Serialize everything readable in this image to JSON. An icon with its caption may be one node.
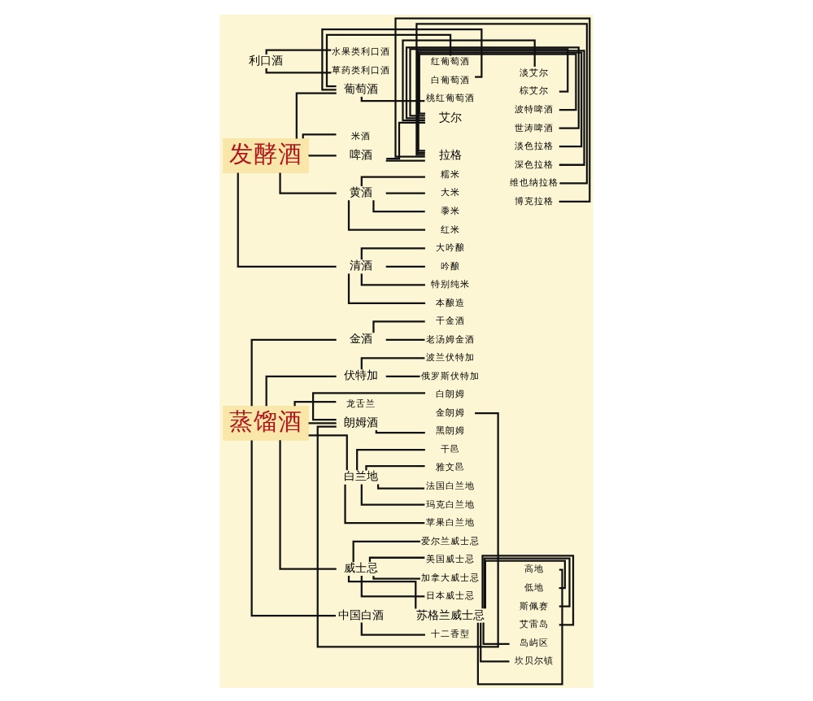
{
  "diagram": {
    "nodes": [
      {
        "text": [
          "蒸馏酒"
        ]
      },
      {
        "text": [
          "金酒"
        ]
      },
      {
        "text": [
          "干金酒"
        ]
      },
      {
        "text": [
          "老汤姆金酒"
        ]
      },
      {
        "text": [
          "伏特加"
        ]
      },
      {
        "text": [
          "波兰伏特加"
        ]
      },
      {
        "text": [
          "俄罗斯伏特加"
        ]
      },
      {
        "text": [
          "龙舌兰"
        ]
      },
      {
        "text": [
          "朗姆酒"
        ]
      },
      {
        "text": [
          "白朗姆"
        ]
      },
      {
        "text": [
          "金朗姆"
        ]
      },
      {
        "text": [
          "黑朗姆"
        ]
      },
      {
        "text": [
          "白兰地"
        ]
      },
      {
        "text": [
          "干邑"
        ]
      },
      {
        "text": [
          "雅文邑"
        ]
      },
      {
        "text": [
          "法国白兰地"
        ]
      },
      {
        "text": [
          "玛克白兰地"
        ]
      },
      {
        "text": [
          "苹果白兰地"
        ]
      },
      {
        "text": [
          "威士忌"
        ]
      },
      {
        "text": [
          "爱尔兰威士忌"
        ]
      },
      {
        "text": [
          "美国威士忌"
        ]
      },
      {
        "text": [
          "加拿大威士忌"
        ]
      },
      {
        "text": [
          "日本威士忌"
        ]
      },
      {
        "text": [
          "苏格兰威士忌"
        ]
      },
      {
        "text": [
          "高地"
        ]
      },
      {
        "text": [
          "低地"
        ]
      },
      {
        "text": [
          "斯佩赛"
        ]
      },
      {
        "text": [
          "艾雷岛"
        ]
      },
      {
        "text": [
          "岛屿区"
        ]
      },
      {
        "text": [
          "坎贝尔镇"
        ]
      },
      {
        "text": [
          "中国白酒"
        ]
      },
      {
        "text": [
          "十二香型"
        ]
      },
      {
        "text": [
          "发酵酒"
        ]
      },
      {
        "text": [
          "葡萄酒"
        ]
      },
      {
        "text": [
          "红葡萄酒"
        ]
      },
      {
        "text": [
          "白葡萄酒"
        ]
      },
      {
        "text": [
          "桃红葡萄酒"
        ]
      },
      {
        "text": [
          "米酒"
        ]
      },
      {
        "text": [
          "啤酒"
        ]
      },
      {
        "text": [
          "艾尔"
        ]
      },
      {
        "text": [
          "淡艾尔"
        ]
      },
      {
        "text": [
          "棕艾尔"
        ]
      },
      {
        "text": [
          "波特啤酒"
        ]
      },
      {
        "text": [
          "世涛啤酒"
        ]
      },
      {
        "text": [
          "拉格"
        ]
      },
      {
        "text": [
          "淡色拉格"
        ]
      },
      {
        "text": [
          "深色拉格"
        ]
      },
      {
        "text": [
          "维也纳拉格"
        ]
      },
      {
        "text": [
          "博克拉格"
        ]
      },
      {
        "text": [
          "黄酒"
        ]
      },
      {
        "text": [
          "糯米"
        ]
      },
      {
        "text": [
          "大米"
        ]
      },
      {
        "text": [
          "黍米"
        ]
      },
      {
        "text": [
          "红米"
        ]
      },
      {
        "text": [
          "清酒"
        ]
      },
      {
        "text": [
          "大吟酿"
        ]
      },
      {
        "text": [
          "吟酿"
        ]
      },
      {
        "text": [
          "特别纯米"
        ]
      },
      {
        "text": [
          "本酿造"
        ]
      },
      {
        "text": [
          "利口酒"
        ]
      },
      {
        "text": [
          "水果类利口酒"
        ]
      },
      {
        "text": [
          "草药类利口酒"
        ]
      }
    ],
    "edges": [
      {
        "from": 0,
        "to": 1,
        "arrow": "none"
      },
      {
        "from": 0,
        "to": 4,
        "arrow": "none"
      },
      {
        "from": 0,
        "to": 7,
        "arrow": "none"
      },
      {
        "from": 0,
        "to": 8,
        "arrow": "none"
      },
      {
        "from": 0,
        "to": 12,
        "arrow": "none"
      },
      {
        "from": 0,
        "to": 18,
        "arrow": "none"
      },
      {
        "from": 0,
        "to": 30,
        "arrow": "none"
      },
      {
        "from": 1,
        "to": 2,
        "arrow": "none"
      },
      {
        "from": 1,
        "to": 3,
        "arrow": "none"
      },
      {
        "from": 4,
        "to": 5,
        "arrow": "none"
      },
      {
        "from": 4,
        "to": 6,
        "arrow": "none"
      },
      {
        "from": 8,
        "to": 9,
        "arrow": "none"
      },
      {
        "from": 8,
        "to": 10,
        "arrow": "none"
      },
      {
        "from": 8,
        "to": 11,
        "arrow": "none"
      },
      {
        "from": 12,
        "to": 13,
        "arrow": "none"
      },
      {
        "from": 12,
        "to": 14,
        "arrow": "none"
      },
      {
        "from": 12,
        "to": 15,
        "arrow": "none"
      },
      {
        "from": 12,
        "to": 16,
        "arrow": "none"
      },
      {
        "from": 12,
        "to": 17,
        "arrow": "none"
      },
      {
        "from": 18,
        "to": 19,
        "arrow": "none"
      },
      {
        "from": 18,
        "to": 20,
        "arrow": "none"
      },
      {
        "from": 18,
        "to": 21,
        "arrow": "none"
      },
      {
        "from": 18,
        "to": 22,
        "arrow": "none"
      },
      {
        "from": 18,
        "to": 23,
        "arrow": "none"
      },
      {
        "from": 23,
        "to": 24,
        "arrow": "none"
      },
      {
        "from": 23,
        "to": 25,
        "arrow": "none"
      },
      {
        "from": 23,
        "to": 26,
        "arrow": "none"
      },
      {
        "from": 23,
        "to": 27,
        "arrow": "none"
      },
      {
        "from": 23,
        "to": 28,
        "arrow": "none"
      },
      {
        "from": 23,
        "to": 29,
        "arrow": "none"
      },
      {
        "from": 30,
        "to": 31,
        "arrow": "none"
      },
      {
        "from": 32,
        "to": 33,
        "arrow": "none"
      },
      {
        "from": 32,
        "to": 37,
        "arrow": "none"
      },
      {
        "from": 32,
        "to": 38,
        "arrow": "none"
      },
      {
        "from": 32,
        "to": 49,
        "arrow": "none"
      },
      {
        "from": 32,
        "to": 54,
        "arrow": "none"
      },
      {
        "from": 33,
        "to": 34,
        "arrow": "none"
      },
      {
        "from": 33,
        "to": 35,
        "arrow": "none"
      },
      {
        "from": 33,
        "to": 36,
        "arrow": "none"
      },
      {
        "from": 38,
        "to": 39,
        "arrow": "none"
      },
      {
        "from": 38,
        "to": 44,
        "arrow": "none"
      },
      {
        "from": 39,
        "to": 40,
        "arrow": "none"
      },
      {
        "from": 39,
        "to": 41,
        "arrow": "none"
      },
      {
        "from": 39,
        "to": 42,
        "arrow": "none"
      },
      {
        "from": 39,
        "to": 43,
        "arrow": "none"
      },
      {
        "from": 44,
        "to": 45,
        "arrow": "none"
      },
      {
        "from": 44,
        "to": 46,
        "arrow": "none"
      },
      {
        "from": 44,
        "to": 47,
        "arrow": "none"
      },
      {
        "from": 44,
        "to": 48,
        "arrow": "none"
      },
      {
        "from": 49,
        "to": 50,
        "arrow": "none"
      },
      {
        "from": 49,
        "to": 51,
        "arrow": "none"
      },
      {
        "from": 49,
        "to": 52,
        "arrow": "none"
      },
      {
        "from": 49,
        "to": 53,
        "arrow": "none"
      },
      {
        "from": 54,
        "to": 55,
        "arrow": "none"
      },
      {
        "from": 54,
        "to": 56,
        "arrow": "none"
      },
      {
        "from": 54,
        "to": 57,
        "arrow": "none"
      },
      {
        "from": 54,
        "to": 58,
        "arrow": "none"
      },
      {
        "from": 59,
        "to": 60,
        "arrow": "none"
      },
      {
        "from": 59,
        "to": 61,
        "arrow": "none"
      }
    ]
  }
}
